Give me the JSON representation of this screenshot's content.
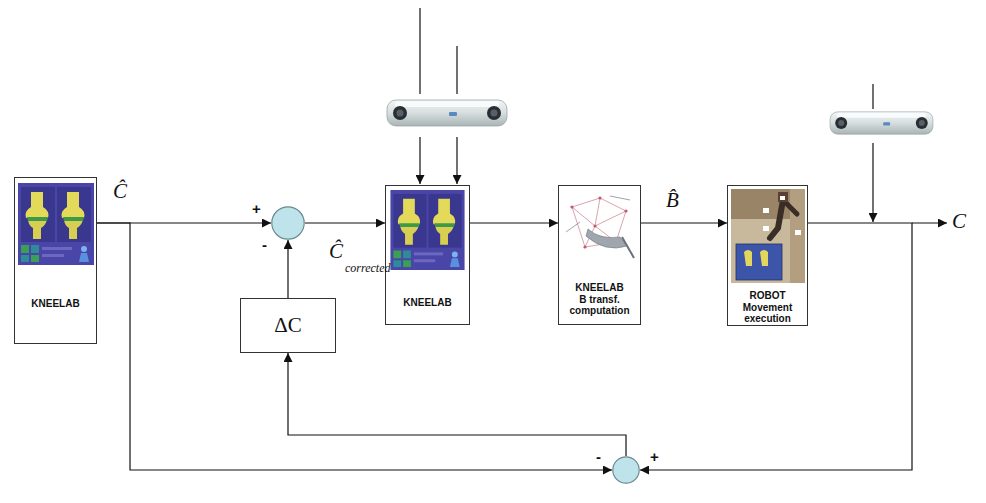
{
  "diagram": {
    "nodes": [
      {
        "text": [
          "KNEELAB"
        ]
      },
      {
        "text": [
          "+",
          "-"
        ]
      },
      {
        "text": [
          "KNEELAB"
        ]
      },
      {
        "text": [
          "KNEELAB",
          "B transf. computation"
        ]
      },
      {
        "text": [
          "ROBOT Movement execution"
        ]
      },
      {
        "text": [
          "ΔC"
        ]
      },
      {
        "text": [
          "-",
          "+"
        ]
      }
    ],
    "edges": [
      {
        "from": 0,
        "to": 1,
        "arrow": "to"
      },
      {
        "from": 0,
        "to": 6,
        "arrow": "to"
      },
      {
        "from": 1,
        "to": 2,
        "arrow": "to"
      },
      {
        "from": 2,
        "to": 3,
        "arrow": "to"
      },
      {
        "from": 3,
        "to": 4,
        "label": "B̂",
        "arrow": "to"
      },
      {
        "from": 4,
        "to": 6,
        "arrow": "to"
      },
      {
        "from": 6,
        "to": 5,
        "arrow": "to"
      },
      {
        "from": 5,
        "to": 1,
        "arrow": "to"
      }
    ],
    "labels": [
      "Ĉ",
      "Ĉ",
      "corrected",
      "C"
    ]
  }
}
